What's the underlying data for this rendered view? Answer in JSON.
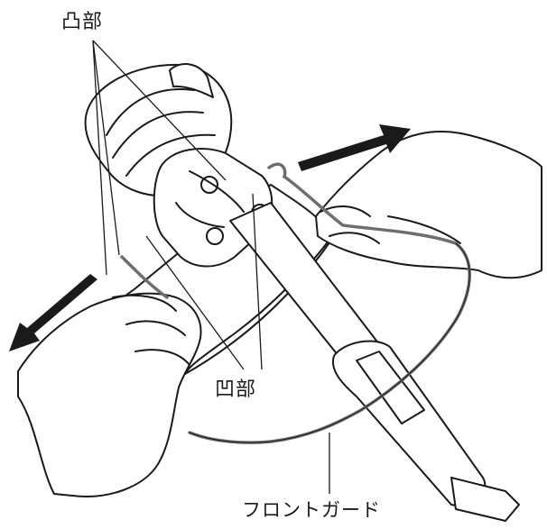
{
  "labels": {
    "convex": "凸部",
    "concave": "凹部",
    "front_guard": "フロントガード"
  },
  "colors": {
    "line": "#1a1a1a",
    "guard_wire": "#6e6e6e",
    "background": "#ffffff"
  }
}
